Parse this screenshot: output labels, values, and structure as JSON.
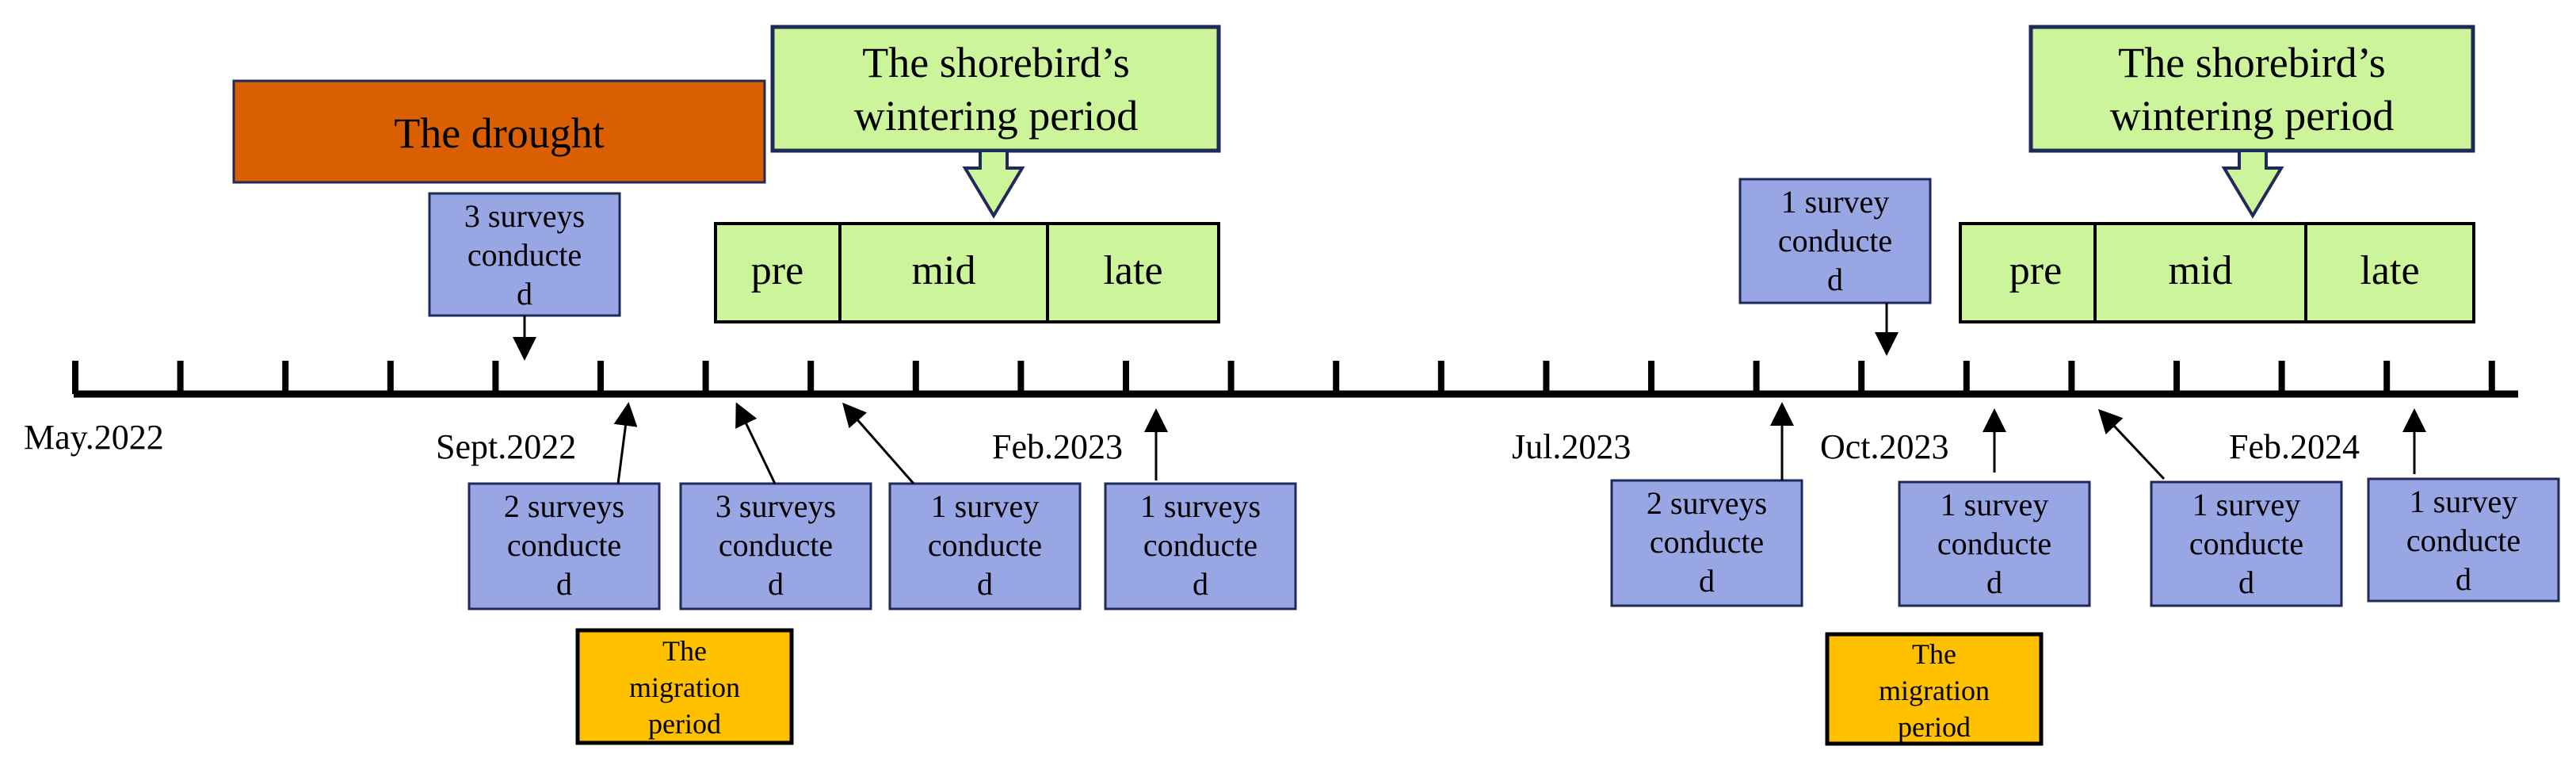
{
  "timeline": {
    "date_labels": [
      "May.2022",
      "Sept.2022",
      "Feb.2023",
      "Jul.2023",
      "Oct.2023",
      "Feb.2024"
    ]
  },
  "events": {
    "drought": "The drought",
    "migration_1": [
      "The",
      "migration",
      "period"
    ],
    "migration_2": [
      "The",
      "migration",
      "period"
    ]
  },
  "wintering": {
    "title_1": [
      "The shorebird’s",
      "wintering period"
    ],
    "title_2": [
      "The shorebird’s",
      "wintering period"
    ],
    "phases": [
      "pre",
      "mid",
      "late"
    ]
  },
  "surveys": {
    "above_1": [
      "3 surveys",
      "conducte",
      "d"
    ],
    "above_2": [
      "1 survey",
      "conducte",
      "d"
    ],
    "below_1": [
      "2 surveys",
      "conducte",
      "d"
    ],
    "below_2": [
      "3 surveys",
      "conducte",
      "d"
    ],
    "below_3": [
      "1 survey",
      "conducte",
      "d"
    ],
    "below_4": [
      "1 surveys",
      "conducte",
      "d"
    ],
    "below_5": [
      "2 surveys",
      "conducte",
      "d"
    ],
    "below_6": [
      "1 survey",
      "conducte",
      "d"
    ],
    "below_7": [
      "1 survey",
      "conducte",
      "d"
    ],
    "below_8": [
      "1 survey",
      "conducte",
      "d"
    ]
  },
  "colors": {
    "drought": "#D95F02",
    "survey": "#98A6E4",
    "wintering": "#CCF49A",
    "migration": "#FFC000",
    "line": "#000000",
    "border": "#1F2A5A"
  }
}
